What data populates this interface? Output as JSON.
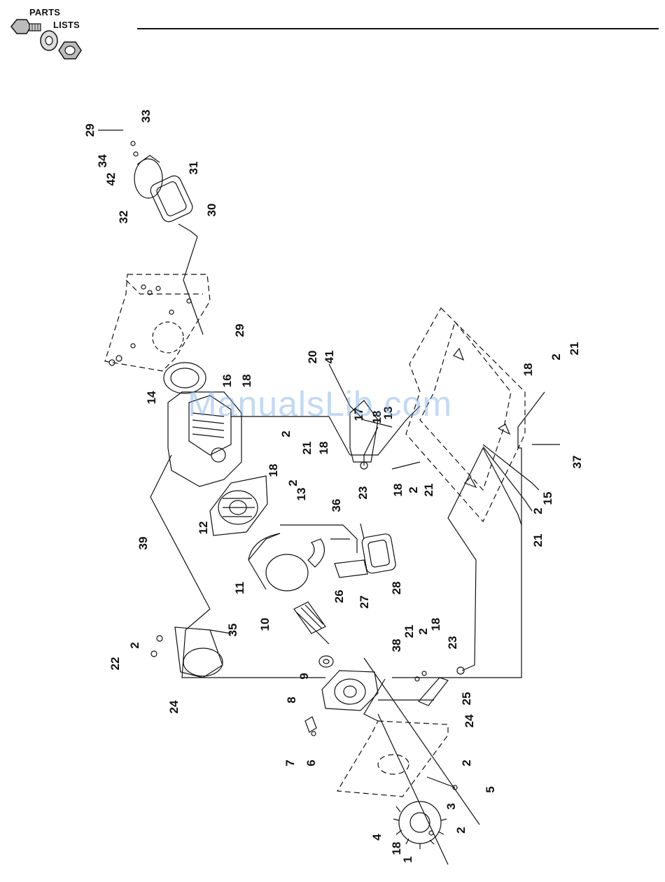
{
  "header": {
    "logo_line1": "PARTS",
    "logo_line2": "LISTS"
  },
  "watermark": "ManualsLib.com",
  "callouts": [
    "29",
    "33",
    "34",
    "42",
    "32",
    "31",
    "30",
    "29",
    "20",
    "41",
    "14",
    "16",
    "18",
    "17",
    "18",
    "13",
    "2",
    "21",
    "18",
    "23",
    "18",
    "2",
    "21",
    "18",
    "2",
    "21",
    "37",
    "15",
    "2",
    "21",
    "18",
    "2",
    "13",
    "12",
    "39",
    "36",
    "11",
    "26",
    "27",
    "28",
    "10",
    "35",
    "2",
    "22",
    "38",
    "21",
    "2",
    "18",
    "23",
    "9",
    "24",
    "8",
    "25",
    "24",
    "7",
    "6",
    "2",
    "5",
    "3",
    "4",
    "18",
    "2",
    "1"
  ],
  "colors": {
    "line": "#111111",
    "watermark": "#78aae6"
  }
}
